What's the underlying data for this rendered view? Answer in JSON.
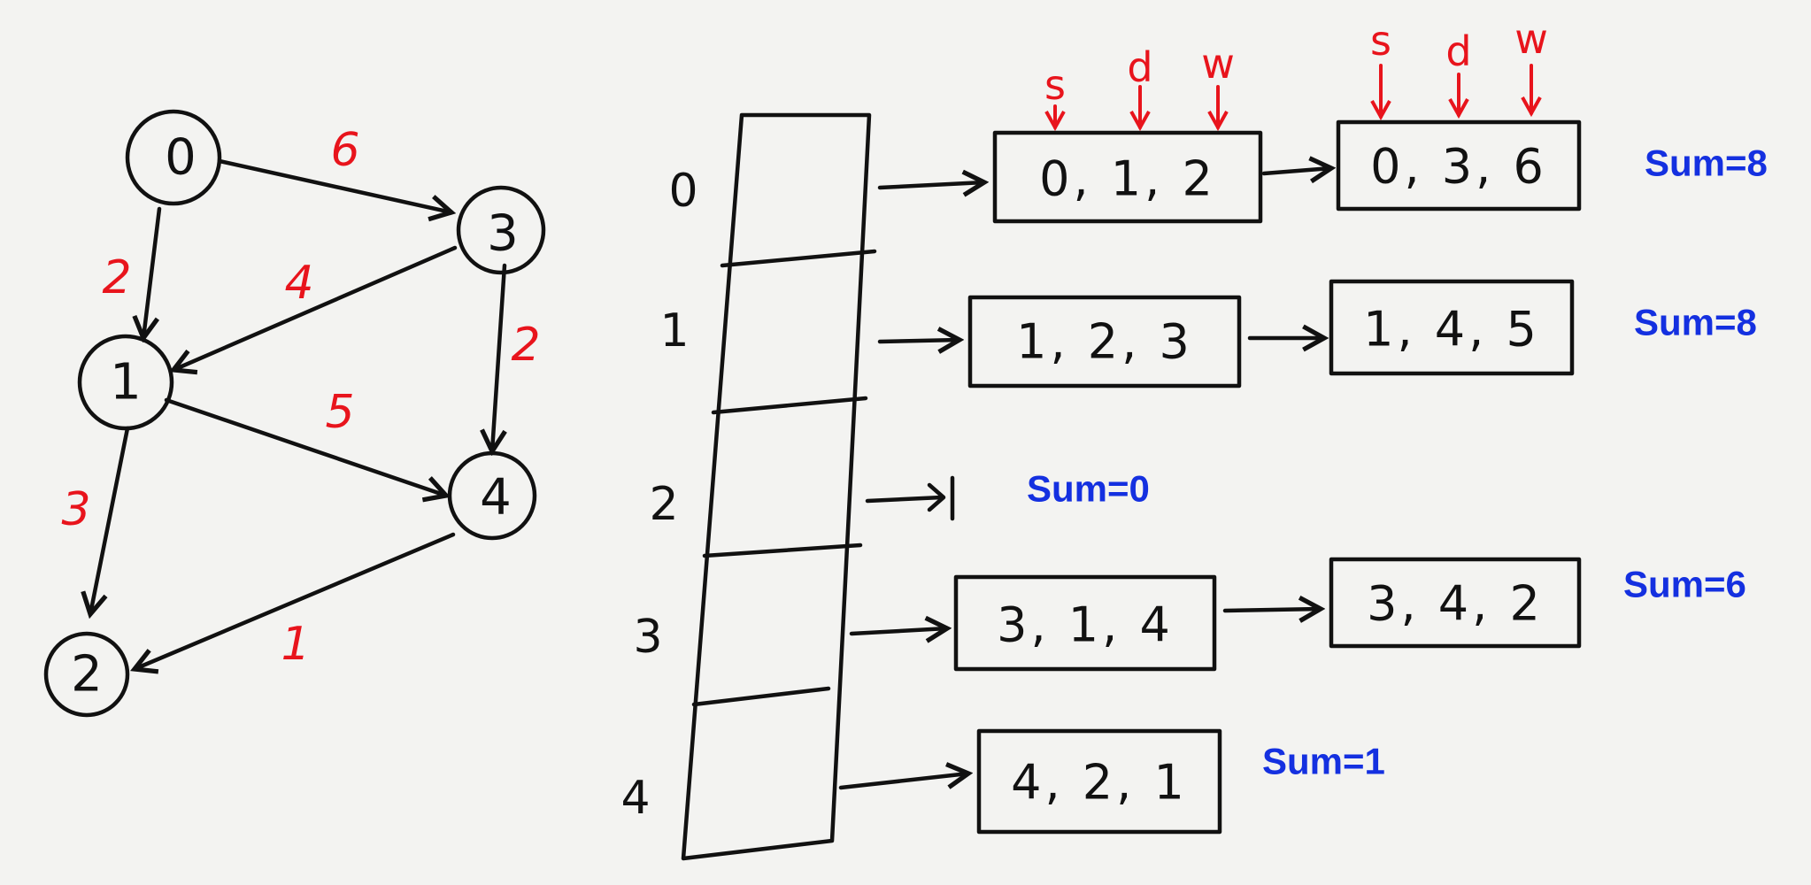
{
  "graph": {
    "nodes": [
      {
        "id": "0",
        "label": "0"
      },
      {
        "id": "1",
        "label": "1"
      },
      {
        "id": "2",
        "label": "2"
      },
      {
        "id": "3",
        "label": "3"
      },
      {
        "id": "4",
        "label": "4"
      }
    ],
    "edges": [
      {
        "from": "0",
        "to": "3",
        "weight": "6"
      },
      {
        "from": "0",
        "to": "1",
        "weight": "2"
      },
      {
        "from": "3",
        "to": "1",
        "weight": "4"
      },
      {
        "from": "3",
        "to": "4",
        "weight": "2"
      },
      {
        "from": "1",
        "to": "4",
        "weight": "5"
      },
      {
        "from": "1",
        "to": "2",
        "weight": "3"
      },
      {
        "from": "4",
        "to": "2",
        "weight": "1"
      }
    ]
  },
  "adjacency": {
    "column_headers": [
      "s",
      "d",
      "w"
    ],
    "rows": [
      {
        "index": "0",
        "entries": [
          "0, 1, 2",
          "0, 3, 6"
        ],
        "sum": "Sum=8"
      },
      {
        "index": "1",
        "entries": [
          "1, 2, 3",
          "1, 4, 5"
        ],
        "sum": "Sum=8"
      },
      {
        "index": "2",
        "entries": [],
        "sum": "Sum=0"
      },
      {
        "index": "3",
        "entries": [
          "3, 1, 4",
          "3, 4, 2"
        ],
        "sum": "Sum=6"
      },
      {
        "index": "4",
        "entries": [
          "4, 2, 1"
        ],
        "sum": "Sum=1"
      }
    ]
  },
  "colors": {
    "ink": "#111111",
    "weight": "#e8141c",
    "sum": "#1430e0"
  }
}
